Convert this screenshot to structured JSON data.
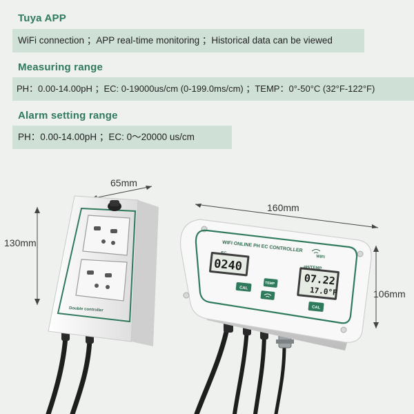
{
  "sections": [
    {
      "title": "Tuya APP",
      "text": "WiFi connection ；APP real-time monitoring ；Historical data can be viewed"
    },
    {
      "title": "Measuring range",
      "text": "PH：0.00-14.00pH ；EC: 0-19000us/cm (0-199.0ms/cm) ；TEMP：0°-50°C (32°F-122°F)"
    },
    {
      "title": "Alarm setting range",
      "text": "PH：0.00-14.00pH ；EC: 0～20000 us/cm"
    }
  ],
  "dimensions": {
    "socket_width": "65mm",
    "socket_height": "130mm",
    "controller_width": "160mm",
    "controller_height": "106mm"
  },
  "socket_box": {
    "label": "Double controller"
  },
  "controller": {
    "panel_title": "WIFI ONLINE PH EC CONTROLLER",
    "wifi_label": "WIFI",
    "ec_label": "EC",
    "ec_reading": "0240",
    "ph_temp_label": "pH/TEMP",
    "ph_reading": "07.22",
    "temp_reading": "17.0°F",
    "cal_left": "CAL",
    "cal_right": "CAL",
    "temp_button": "TEMP"
  },
  "colors": {
    "accent": "#2f7a5c",
    "bar": "#cfe0d6",
    "background": "#eef1ee"
  }
}
